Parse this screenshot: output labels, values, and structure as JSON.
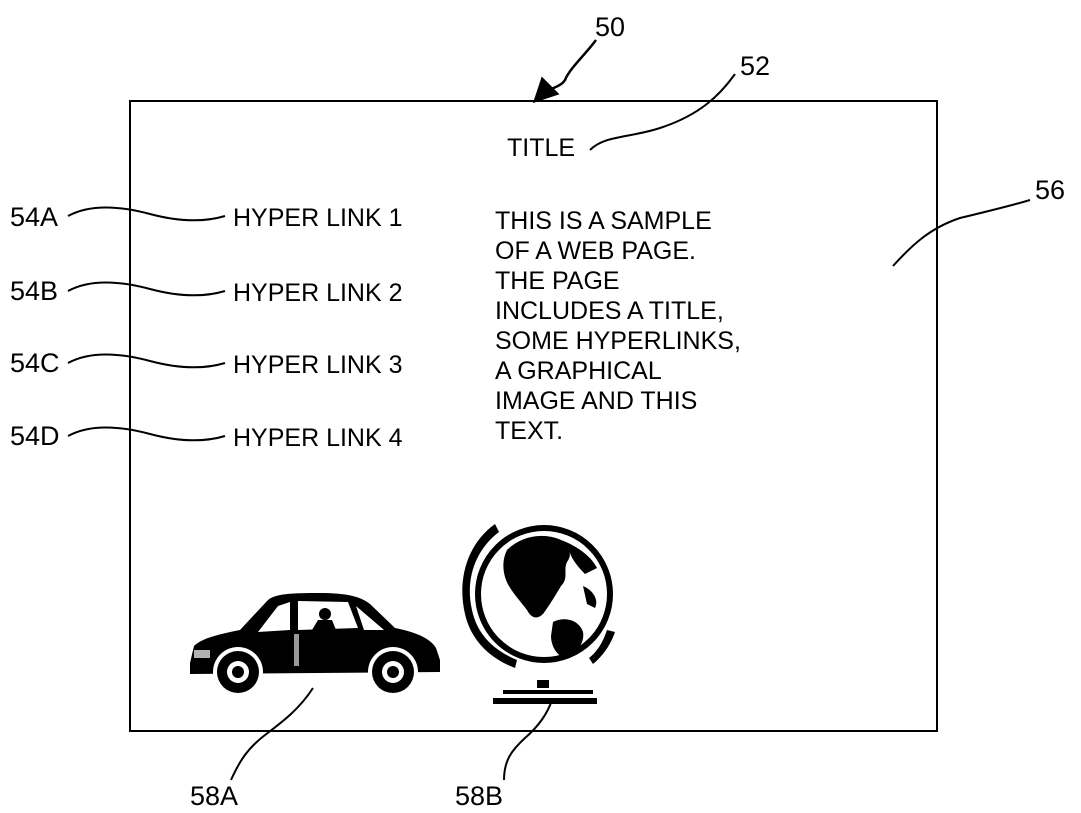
{
  "figure": {
    "ref_figure": "50",
    "ref_title": "52",
    "ref_page": "56",
    "ref_car": "58A",
    "ref_globe": "58B"
  },
  "web_page": {
    "title": "TITLE",
    "links": [
      {
        "ref": "54A",
        "label": "HYPER LINK 1"
      },
      {
        "ref": "54B",
        "label": "HYPER LINK 2"
      },
      {
        "ref": "54C",
        "label": "HYPER LINK 3"
      },
      {
        "ref": "54D",
        "label": "HYPER LINK 4"
      }
    ],
    "body_lines": [
      "THIS IS A SAMPLE",
      "OF A WEB PAGE.",
      "THE PAGE",
      "INCLUDES A TITLE,",
      "SOME HYPERLINKS,",
      "A GRAPHICAL",
      "IMAGE AND THIS",
      "TEXT."
    ]
  }
}
